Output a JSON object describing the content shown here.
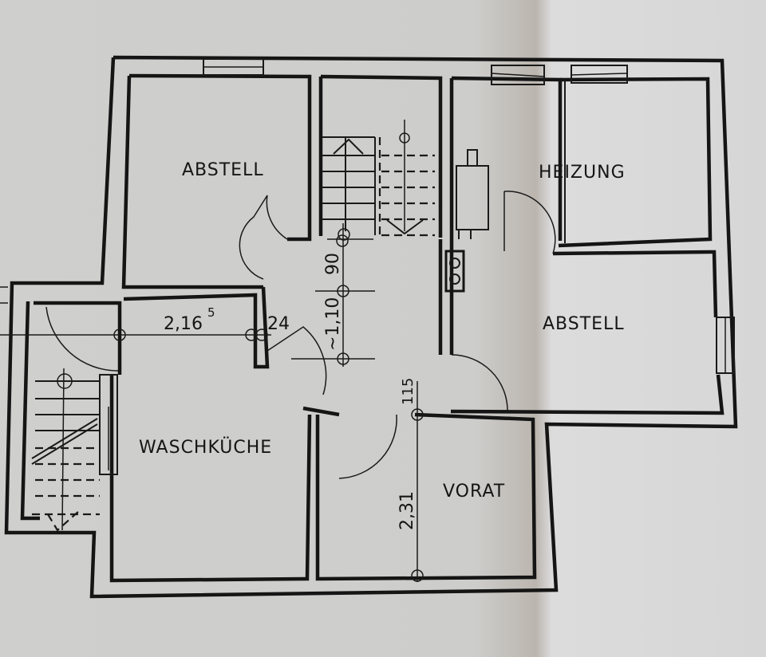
{
  "document": {
    "type": "floor plan (basement)",
    "colors": {
      "paper": "#d4d4d2",
      "paper_shadow": "#b9b4ad",
      "ink": "#151515"
    }
  },
  "rooms": [
    {
      "id": "abstell_1",
      "label": "ABSTELL"
    },
    {
      "id": "heizung",
      "label": "HEIZUNG"
    },
    {
      "id": "abstell_2",
      "label": "ABSTELL"
    },
    {
      "id": "waschkueche",
      "label": "WASCHKÜCHE"
    },
    {
      "id": "vorat",
      "label": "VORAT"
    }
  ],
  "dimensions": {
    "waschkueche_width": {
      "main": "2,16",
      "sup": "5"
    },
    "wall_24": "24",
    "corridor_90": "90",
    "corridor_110": "~1,10",
    "door_115": "115",
    "vorat_depth": "2,31"
  }
}
